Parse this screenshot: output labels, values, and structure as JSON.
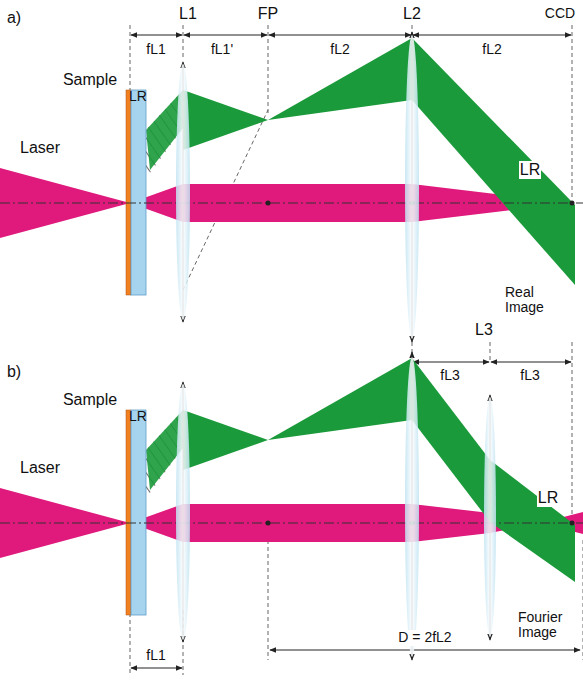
{
  "diagram": {
    "labels": [
      "a)",
      "L1",
      "FP",
      "L2",
      "CCD",
      "fL1",
      "fL1'",
      "fL2",
      "fL2",
      "Sample",
      "LR",
      "Laser",
      "LR",
      "Real Image",
      "b)",
      "L3",
      "fL3",
      "fL3",
      "Sample",
      "LR",
      "Laser",
      "LR",
      "Fourier Image",
      "fL1",
      "D = 2fL2"
    ]
  }
}
